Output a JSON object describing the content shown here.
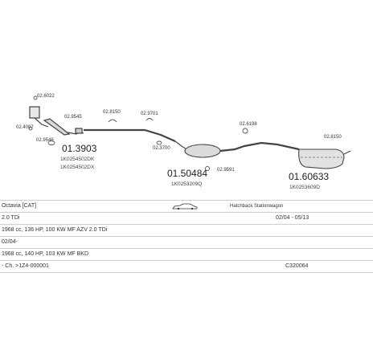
{
  "parts": {
    "p1": "02.6022",
    "p2": "02.4007",
    "p3": "02.9545",
    "p4": "02.9546",
    "p5": "02.8150",
    "p6": "02.9701",
    "p7": "02.3700",
    "p8": "02.8150",
    "p9": "02.6198",
    "p10": "02.9591"
  },
  "main_parts": {
    "front": {
      "number": "01.3903",
      "codes": [
        "1K0254502DK",
        "1K0254502DX"
      ]
    },
    "middle": {
      "number": "01.50484",
      "code": "1K0253209Q"
    },
    "rear": {
      "number": "01.60633",
      "code": "1K0253609D"
    }
  },
  "table": {
    "model": "Octavia   [CAT]",
    "body_type": "Hatchback Stationwagon",
    "engine": "2.0 TDi",
    "years": "02/04 - 05/13",
    "spec1": "1968 cc, 136 HP, 100 KW  MF AZV   2.0 TDi",
    "date_from": "02/04-",
    "spec2": "1968 cc, 140 HP, 103 KW  MF BKD",
    "chassis": "- Ch. >1Z4-000001",
    "ref": "C320064"
  },
  "icons": {
    "car": "car-silhouette-icon"
  }
}
